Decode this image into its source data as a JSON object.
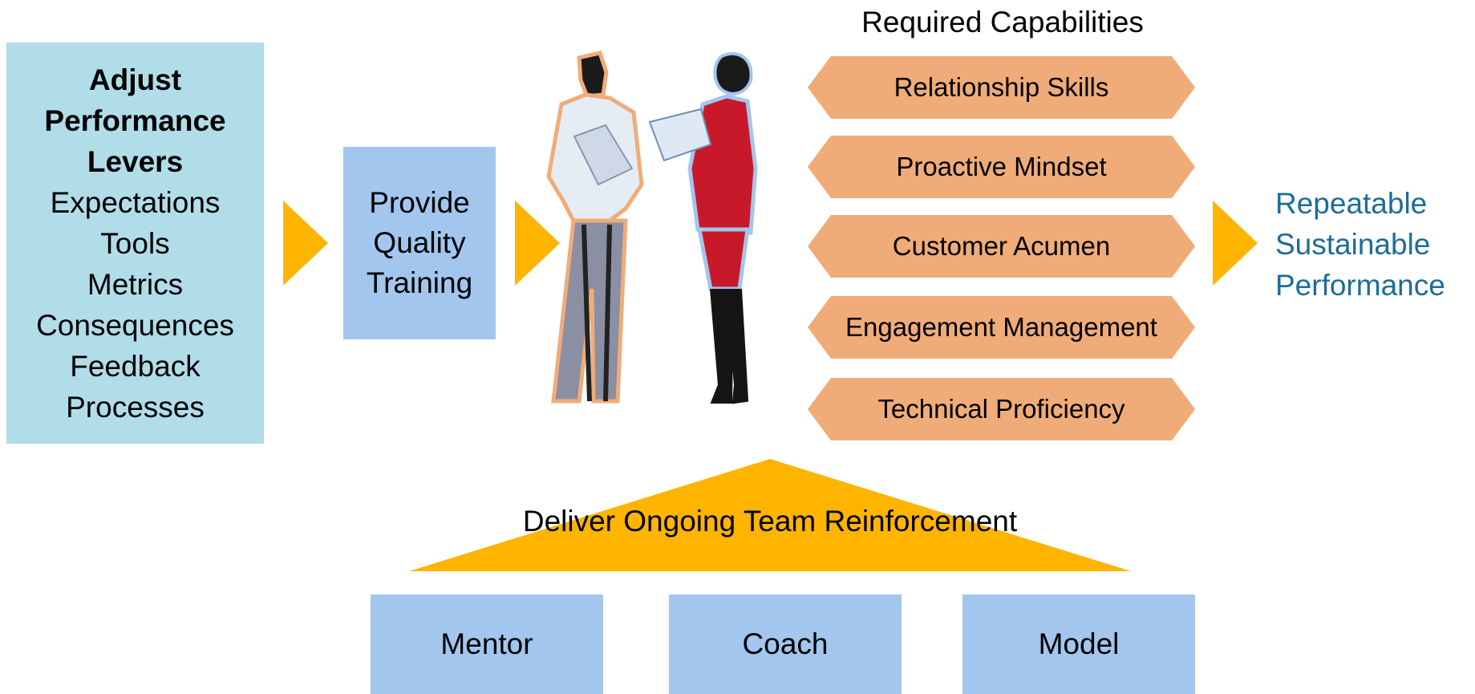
{
  "levers": {
    "title_lines": [
      "Adjust",
      "Performance",
      "Levers"
    ],
    "items": [
      "Expectations",
      "Tools",
      "Metrics",
      "Consequences",
      "Feedback",
      "Processes"
    ]
  },
  "training": {
    "lines": [
      "Provide",
      "Quality",
      "Training"
    ]
  },
  "capabilities": {
    "title": "Required Capabilities",
    "items": [
      "Relationship Skills",
      "Proactive Mindset",
      "Customer Acumen",
      "Engagement Management",
      "Technical Proficiency"
    ]
  },
  "result": {
    "lines": [
      "Repeatable",
      "Sustainable",
      "Performance"
    ]
  },
  "reinforcement": {
    "label": "Deliver Ongoing Team Reinforcement",
    "pillars": [
      "Mentor",
      "Coach",
      "Model"
    ]
  },
  "colors": {
    "levers_box": "#b1dde9",
    "training_box": "#a2c6ee",
    "arrow": "#ffb400",
    "capability": "#f0ac78",
    "result_text": "#1d6c9a",
    "pillar": "#a2c6ee"
  },
  "icons": [
    "business-people-figures-icon"
  ]
}
